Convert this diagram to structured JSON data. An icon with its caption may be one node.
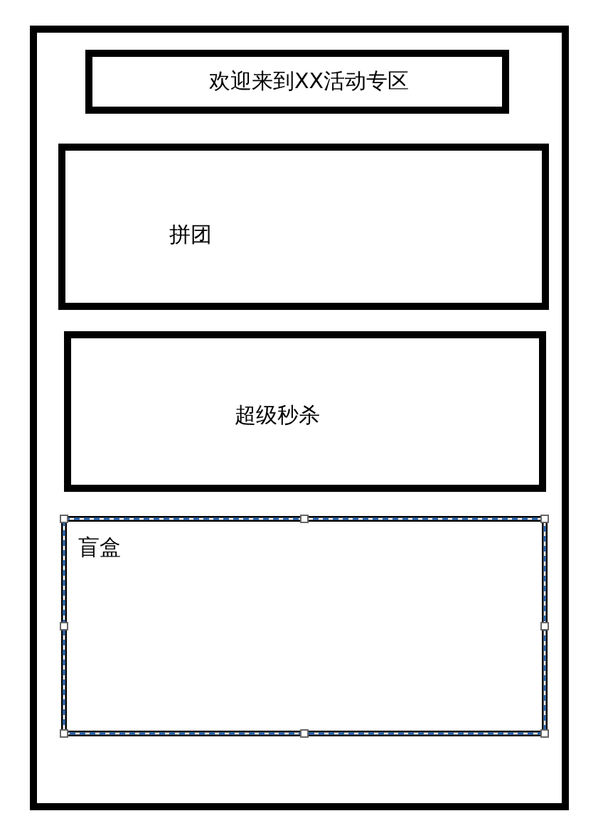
{
  "diagram": {
    "nodes": [
      {
        "text": [],
        "shape": "box"
      },
      {
        "text": [
          "欢迎来到XX活动专区"
        ],
        "in": 0
      },
      {
        "text": [
          "拼团"
        ],
        "in": 0
      },
      {
        "text": [
          "超级秒杀"
        ],
        "in": 0
      },
      {
        "text": [
          "盲盒"
        ],
        "in": 0
      }
    ]
  }
}
